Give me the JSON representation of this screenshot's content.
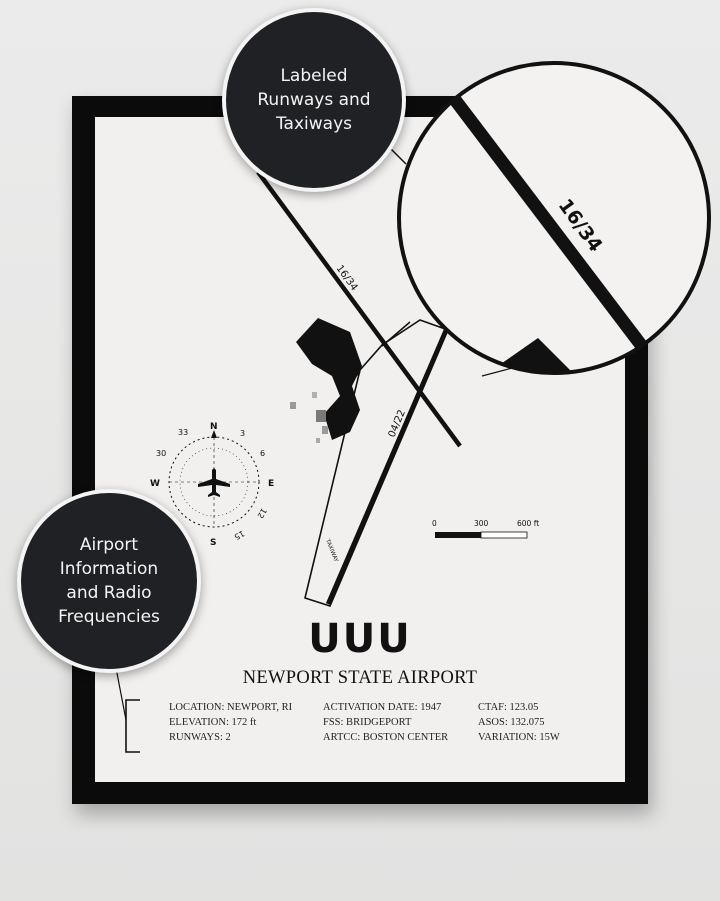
{
  "callouts": {
    "runways": "Labeled Runways and Taxiways",
    "info": "Airport Information and Radio Frequencies"
  },
  "poster": {
    "code": "UUU",
    "name": "NEWPORT STATE AIRPORT",
    "info": {
      "col1": [
        "LOCATION: NEWPORT, RI",
        "ELEVATION: 172 ft",
        "RUNWAYS: 2"
      ],
      "col2": [
        "ACTIVATION DATE: 1947",
        "FSS: BRIDGEPORT",
        "ARTCC: BOSTON CENTER"
      ],
      "col3": [
        "CTAF: 123.05",
        "ASOS: 132.075",
        "VARIATION: 15W"
      ]
    }
  },
  "map": {
    "runway_labels": [
      "16/34",
      "04/22"
    ],
    "taxiway_label": "TAXIWAY",
    "magnified_label": "16/34",
    "compass": {
      "cardinals": [
        "N",
        "E",
        "S",
        "W"
      ],
      "degree_labels": [
        "3",
        "6",
        "12",
        "15",
        "30",
        "33"
      ]
    },
    "scale": {
      "labels": [
        "0",
        "300",
        "600 ft"
      ]
    }
  },
  "colors": {
    "background": "#e8e8e7",
    "frame": "#0b0b0b",
    "mat": "#f2f0ef",
    "ink": "#111111",
    "bubble": "#202124"
  }
}
